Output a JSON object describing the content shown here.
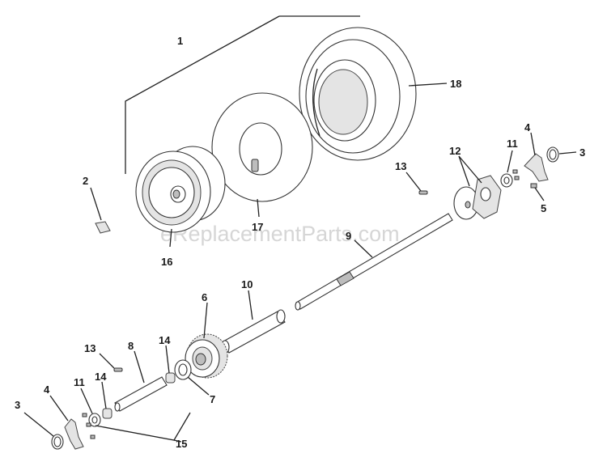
{
  "watermark": "eReplacementParts.com",
  "callouts": [
    "1",
    "2",
    "3",
    "4",
    "5",
    "6",
    "7",
    "8",
    "9",
    "10",
    "11",
    "12",
    "13",
    "13",
    "14",
    "14",
    "15",
    "16",
    "17",
    "18",
    "3",
    "4",
    "11"
  ]
}
